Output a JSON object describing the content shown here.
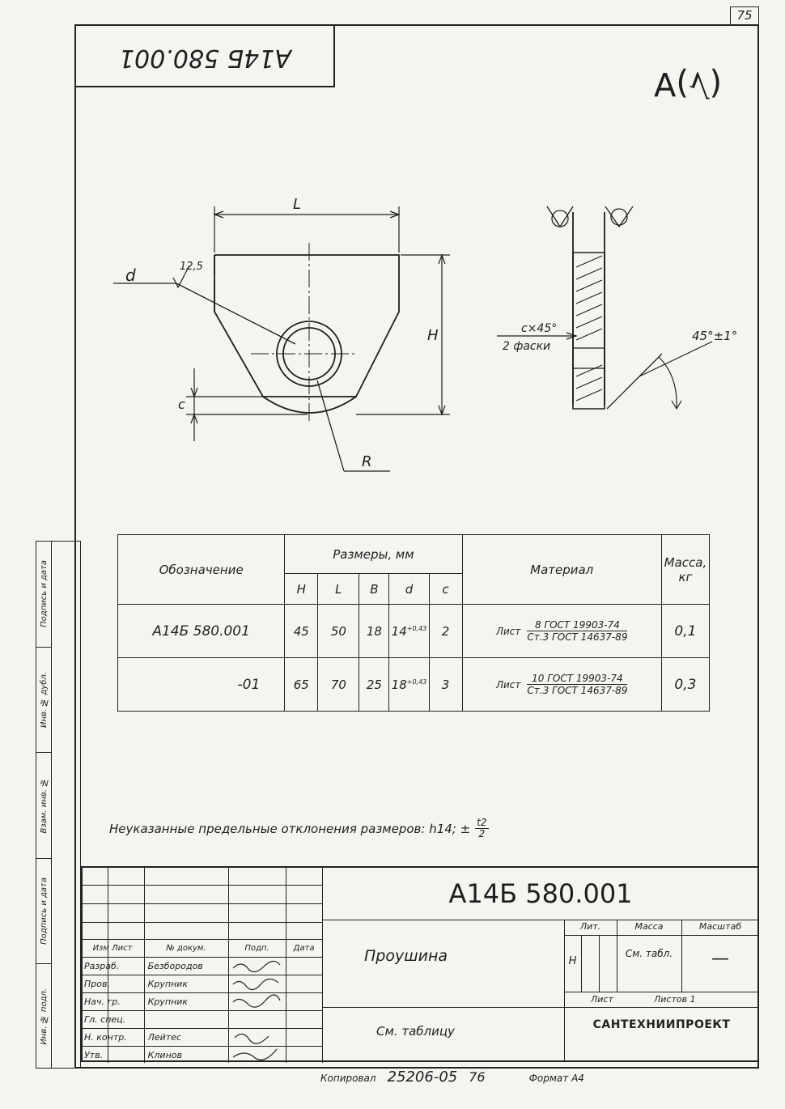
{
  "sheet_number": "75",
  "mirrored_code": "A14Б 580.001",
  "roughness_mark": "∀(√)",
  "drawing": {
    "labels": {
      "L": "L",
      "d": "d",
      "roughness": "12,5",
      "H": "H",
      "c": "c",
      "R": "R",
      "chamfer_top": "c×45°",
      "chamfer_bottom": "2 фаски",
      "angle": "45°±1°"
    }
  },
  "spec_table": {
    "col_designation": "Обозначение",
    "col_dimensions": "Размеры, мм",
    "dim_headers": [
      "H",
      "L",
      "B",
      "d",
      "c"
    ],
    "col_material": "Материал",
    "col_mass": "Масса, кг",
    "rows": [
      {
        "designation": "А14Б 580.001",
        "H": "45",
        "L": "50",
        "B": "18",
        "d": "14",
        "d_tol": "+0,43",
        "c": "2",
        "material_prefix": "Лист",
        "material_top": "8 ГОСТ 19903-74",
        "material_bottom": "Ст.3 ГОСТ 14637-89",
        "mass": "0,1"
      },
      {
        "designation": "-01",
        "H": "65",
        "L": "70",
        "B": "25",
        "d": "18",
        "d_tol": "+0,43",
        "c": "3",
        "material_prefix": "Лист",
        "material_top": "10 ГОСТ 19903-74",
        "material_bottom": "Ст.3 ГОСТ 14637-89",
        "mass": "0,3"
      }
    ]
  },
  "note": {
    "text": "Неуказанные предельные отклонения размеров: h14; ±",
    "frac_num": "t2",
    "frac_den": "2"
  },
  "side_stamp": [
    "Инв. № подл.",
    "Подпись и дата",
    "Взам. инв. №",
    "Инв. № дубл.",
    "Подпись и дата"
  ],
  "title_block": {
    "code": "А14Б 580.001",
    "name": "Проушина",
    "material_ref": "См. таблицу",
    "organization": "САНТЕХНИИПРОЕКТ",
    "col_lit": "Лит.",
    "col_mass": "Масса",
    "col_scale": "Масштаб",
    "lit_value": "Н",
    "mass_value": "См. табл.",
    "scale_value": "—",
    "sheet_label": "Лист",
    "sheets_label": "Листов 1",
    "header_row": [
      "Изм Лист",
      "№ докум.",
      "Подп.",
      "Дата"
    ],
    "roles": [
      {
        "role": "Разраб.",
        "name": "Безбородов"
      },
      {
        "role": "Пров.",
        "name": "Крупник"
      },
      {
        "role": "Нач. гр.",
        "name": "Крупник"
      },
      {
        "role": "Гл. спец.",
        "name": ""
      },
      {
        "role": "Н. контр.",
        "name": "Лейтес"
      },
      {
        "role": "Утв.",
        "name": "Клинов"
      }
    ]
  },
  "footer": {
    "copied": "Копировал",
    "copy_code": "25206-05",
    "copy_num": "76",
    "format": "Формат А4"
  }
}
